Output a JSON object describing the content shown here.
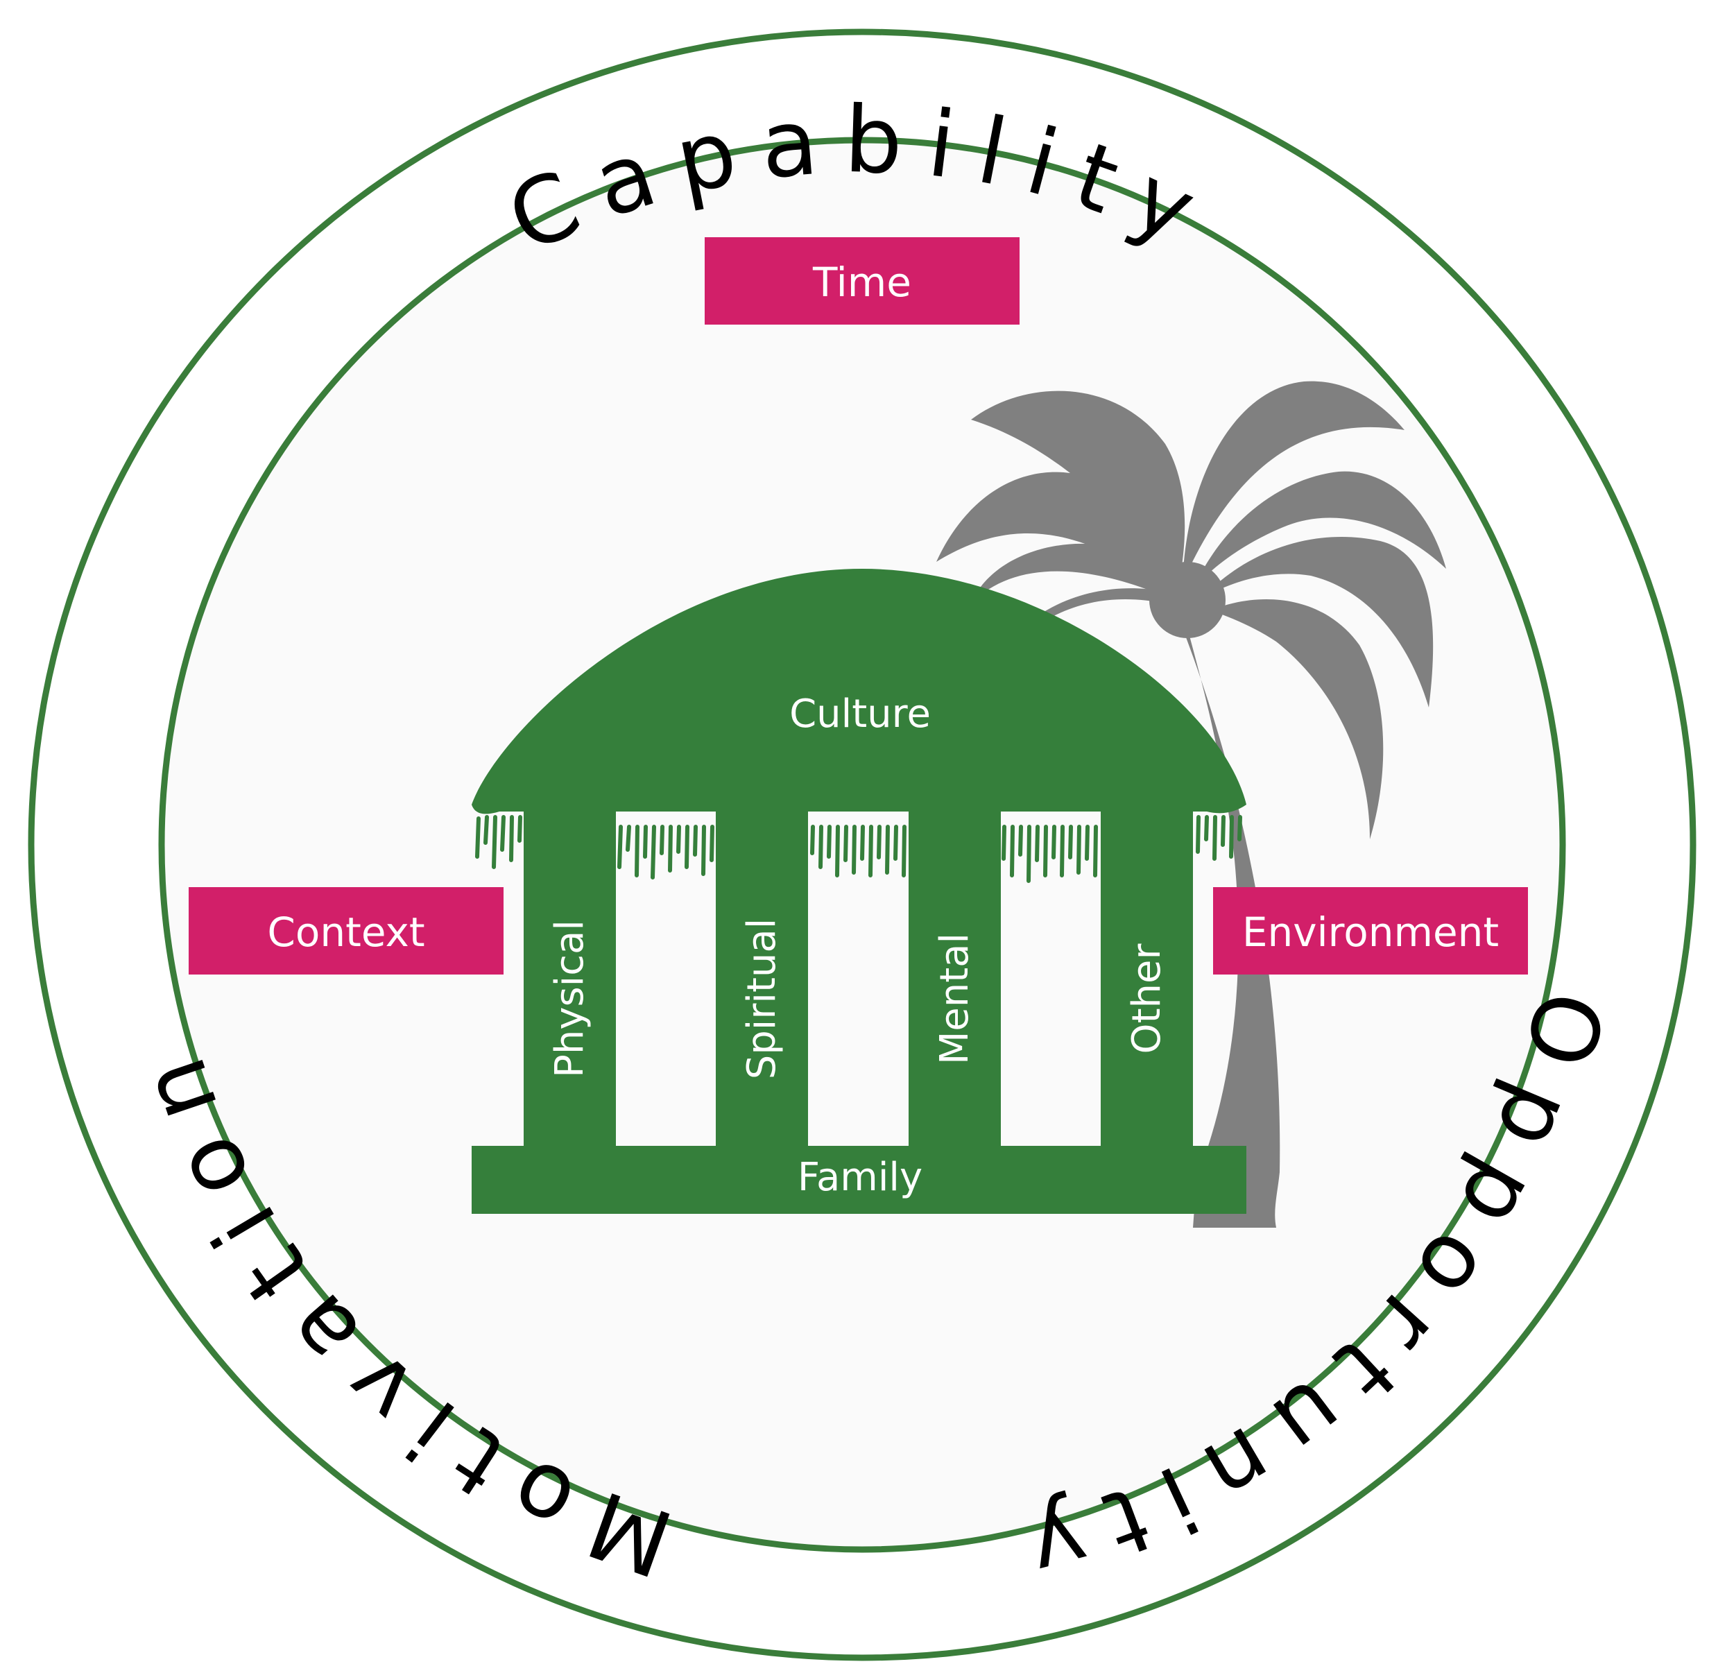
{
  "outer_ring": {
    "top_label": "Capability",
    "left_label": "Motivation",
    "right_label": "Opportunity"
  },
  "boxes": {
    "time": "Time",
    "context": "Context",
    "environment": "Environment"
  },
  "hut": {
    "roof": "Culture",
    "pillars": [
      "Physical",
      "Spiritual",
      "Mental",
      "Other"
    ],
    "base": "Family"
  },
  "colors": {
    "ring_stroke": "#3a7d3a",
    "inner_fill": "#fafafa",
    "hut_green": "#357f3b",
    "box_magenta": "#d21f69",
    "palm_gray": "#808080"
  },
  "icons": [
    "palm-tree-icon",
    "hut-icon"
  ]
}
